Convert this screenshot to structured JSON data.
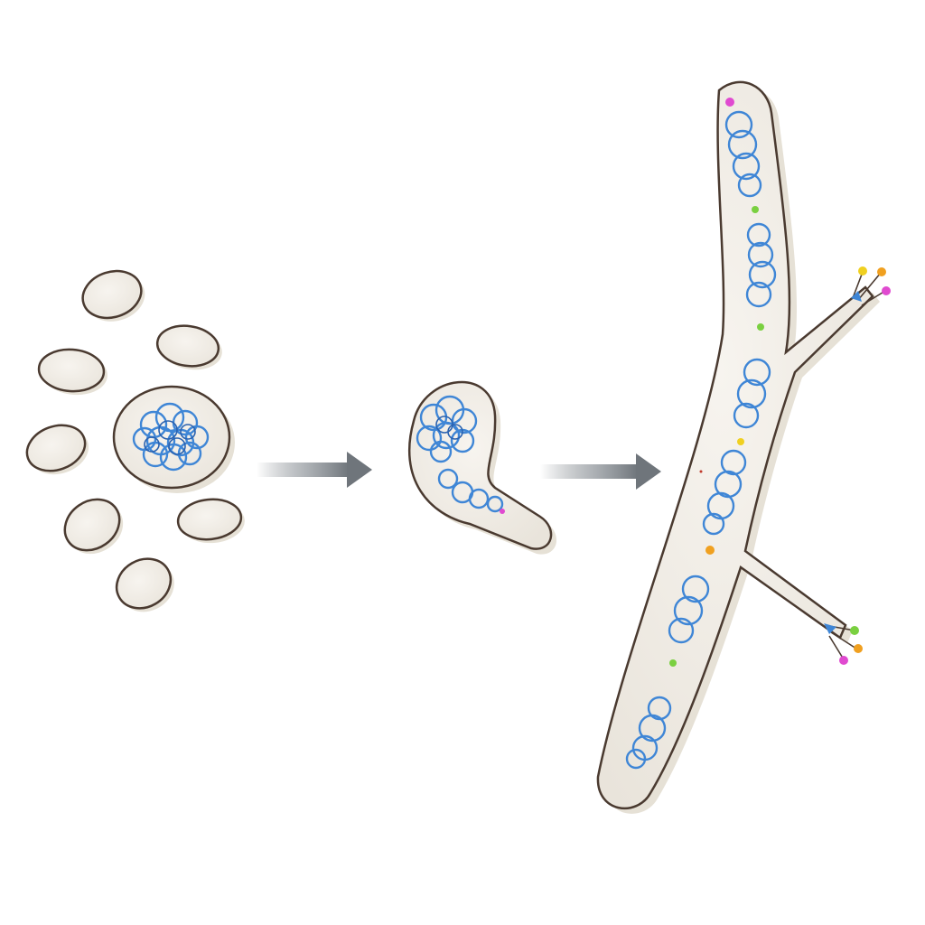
{
  "diagram": {
    "stages": [
      {
        "id": "spore-cluster",
        "peripheral_spores": 7
      },
      {
        "id": "germinating-spore"
      },
      {
        "id": "hypha"
      }
    ],
    "transitions": 2,
    "colors": {
      "background": "#ffffff",
      "cell_fill": "#efebe4",
      "cell_outline": "#4a3a30",
      "shadow": "#e6e1d6",
      "dna": "#3f86d6",
      "arrow": "#6f757b",
      "marker_colors": [
        "#e04ad0",
        "#f0a020",
        "#7ad040",
        "#f0d020"
      ]
    }
  }
}
